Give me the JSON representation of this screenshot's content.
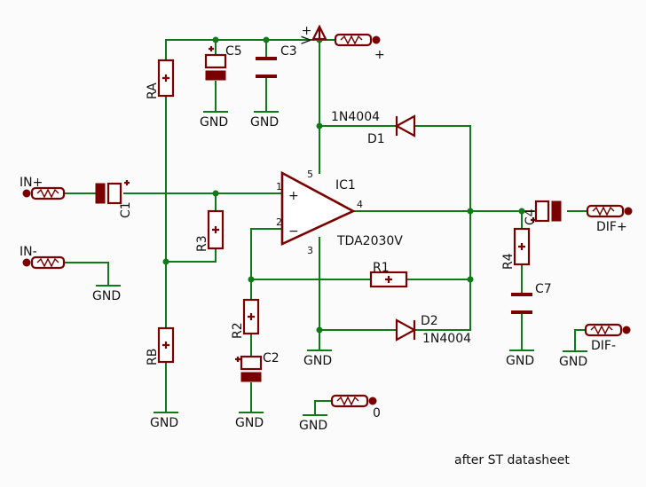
{
  "components": {
    "ra": "RA",
    "rb": "RB",
    "r1": "R1",
    "r2": "R2",
    "r3": "R3",
    "r4": "R4",
    "c1": "C1",
    "c2": "C2",
    "c3": "C3",
    "c4": "C4",
    "c5": "C5",
    "c7": "C7",
    "ic1": "IC1",
    "ic1_part": "TDA2030V",
    "d1": "D1",
    "d1_part": "1N4004",
    "d2": "D2",
    "d2_part": "1N4004"
  },
  "pins": {
    "p1": "1",
    "p2": "2",
    "p3": "3",
    "p4": "4",
    "p5": "5"
  },
  "opamp_signs": {
    "minus": "−",
    "plus": "+"
  },
  "connectors": {
    "in_plus": "IN+",
    "in_minus": "IN-",
    "dif_plus": "DIF+",
    "dif_minus": "DIF-",
    "vplus": "V+",
    "plus": "+",
    "zero": "0"
  },
  "gnd": "GND",
  "note": "after ST datasheet"
}
